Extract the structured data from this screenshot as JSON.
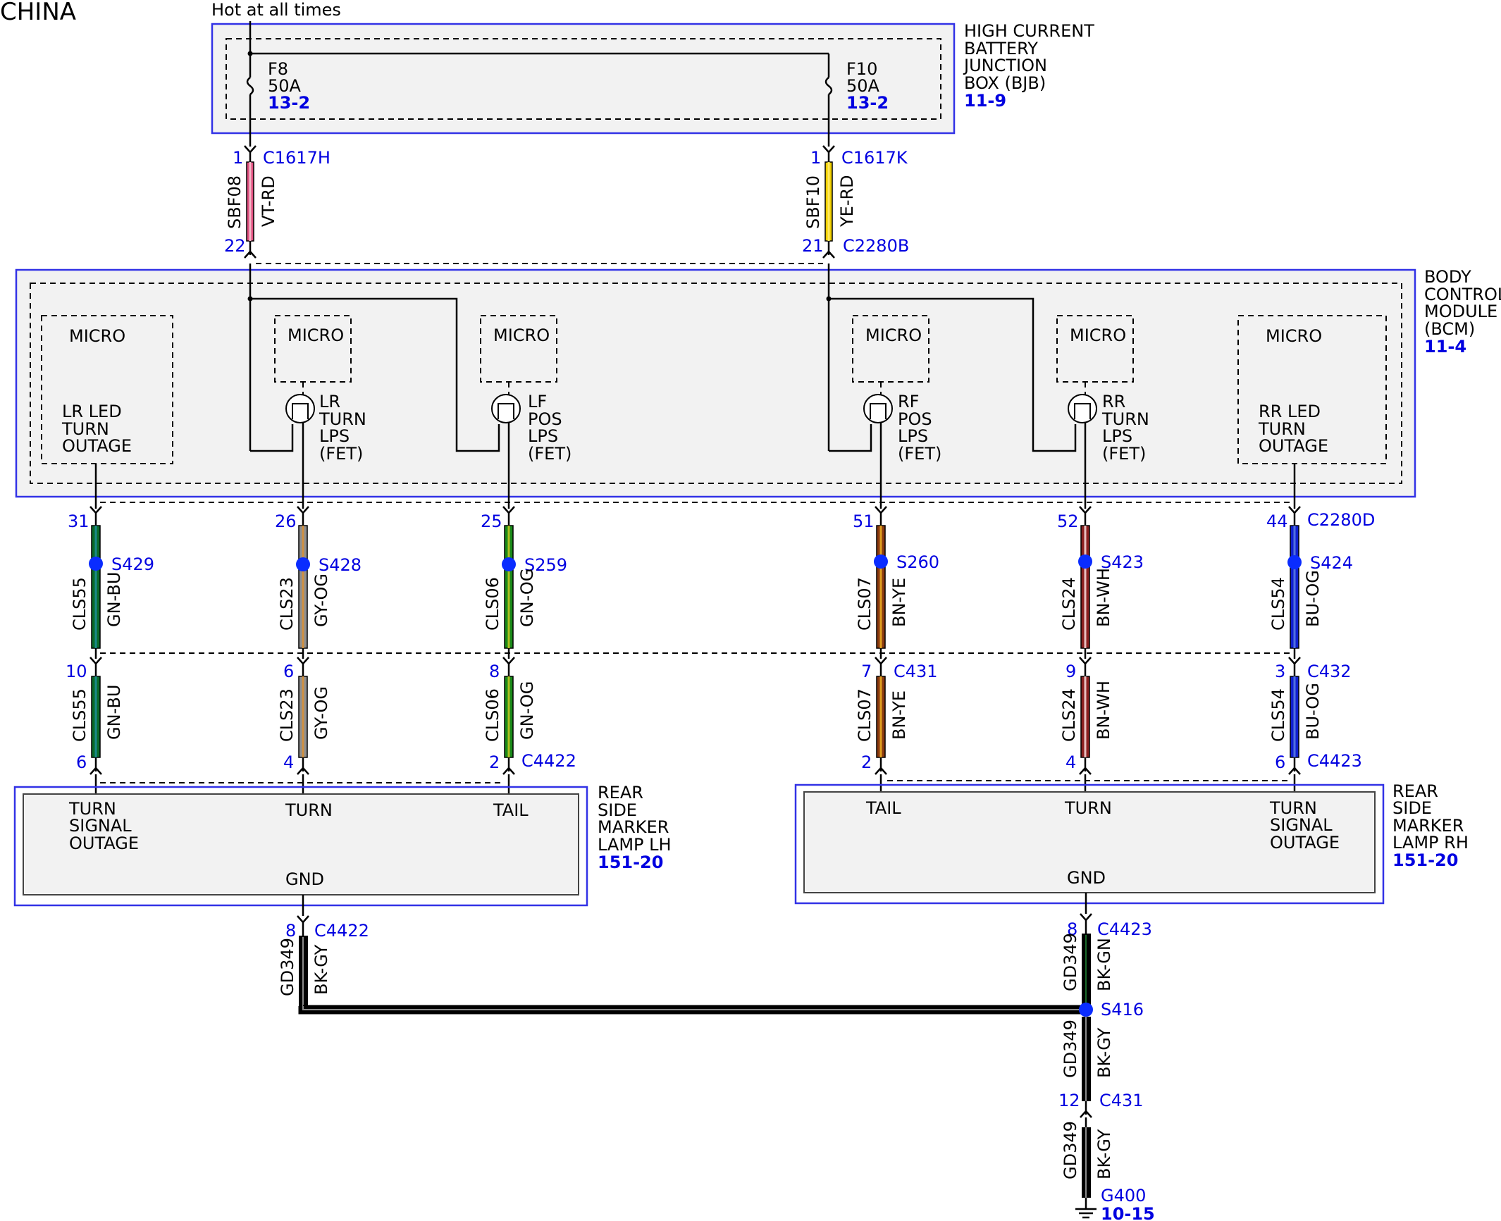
{
  "page_label": "CHINA",
  "power_label": "Hot at all times",
  "bjb": {
    "name": [
      "HIGH CURRENT",
      "BATTERY",
      "JUNCTION",
      "BOX (BJB)"
    ],
    "ref": "11-9"
  },
  "fuses": [
    {
      "name": "F8",
      "rating": "50A",
      "ref": "13-2"
    },
    {
      "name": "F10",
      "rating": "50A",
      "ref": "13-2"
    }
  ],
  "bcm": {
    "name": [
      "BODY",
      "CONTROL",
      "MODULE",
      "(BCM)"
    ],
    "ref": "11-4"
  },
  "micro_label": "MICRO",
  "bcm_blocks": [
    [
      "LR LED",
      "TURN",
      "OUTAGE"
    ],
    [
      "LR",
      "TURN",
      "LPS",
      "(FET)"
    ],
    [
      "LF",
      "POS",
      "LPS",
      "(FET)"
    ],
    [
      "RF",
      "POS",
      "LPS",
      "(FET)"
    ],
    [
      "RR",
      "TURN",
      "LPS",
      "(FET)"
    ],
    [
      "RR LED",
      "TURN",
      "OUTAGE"
    ]
  ],
  "feed_wires": [
    {
      "circuit": "SBF08",
      "color": "VT-RD",
      "pin_top": "1",
      "conn_top": "C1617H",
      "pin_bot": "22",
      "stripe": [
        "#e05080",
        "#f4b8c8"
      ]
    },
    {
      "circuit": "SBF10",
      "color": "YE-RD",
      "pin_top": "1",
      "conn_top": "C1617K",
      "pin_bot": "21",
      "conn_bot": "C2280B",
      "stripe": [
        "#f0d000",
        "#ffe860"
      ]
    }
  ],
  "out_wires": [
    {
      "circuit": "CLS55",
      "color": "GN-BU",
      "pin_bcm": "31",
      "splice": "S429",
      "pin_mid": "10",
      "pin_lamp": "6",
      "stripe": [
        "#0a6a2a",
        "#1a8a8a"
      ]
    },
    {
      "circuit": "CLS23",
      "color": "GY-OG",
      "pin_bcm": "26",
      "splice": "S428",
      "pin_mid": "6",
      "pin_lamp": "4",
      "stripe": [
        "#909090",
        "#d09040"
      ]
    },
    {
      "circuit": "CLS06",
      "color": "GN-OG",
      "pin_bcm": "25",
      "splice": "S259",
      "pin_mid": "8",
      "pin_lamp": "2",
      "conn_lamp": "C4422",
      "stripe": [
        "#1a8a1a",
        "#b0c020"
      ]
    },
    {
      "circuit": "CLS07",
      "color": "BN-YE",
      "pin_bcm": "51",
      "splice": "S260",
      "pin_mid": "7",
      "conn_mid": "C431",
      "pin_lamp": "2",
      "stripe": [
        "#8b3a10",
        "#e0a020"
      ]
    },
    {
      "circuit": "CLS24",
      "color": "BN-WH",
      "pin_bcm": "52",
      "splice": "S423",
      "pin_mid": "9",
      "pin_lamp": "4",
      "stripe": [
        "#8b2020",
        "#e8c0c0"
      ]
    },
    {
      "circuit": "CLS54",
      "color": "BU-OG",
      "pin_bcm": "44",
      "conn_bcm": "C2280D",
      "splice": "S424",
      "pin_mid": "3",
      "conn_mid": "C432",
      "pin_lamp": "6",
      "conn_lamp": "C4423",
      "stripe": [
        "#1020d0",
        "#5070e0"
      ]
    }
  ],
  "lamp_lh": {
    "name": [
      "REAR",
      "SIDE",
      "MARKER",
      "LAMP LH"
    ],
    "ref": "151-20",
    "pins": [
      [
        "TURN",
        "SIGNAL",
        "OUTAGE"
      ],
      [
        "TURN"
      ],
      [
        "TAIL"
      ]
    ],
    "gnd": "GND"
  },
  "lamp_rh": {
    "name": [
      "REAR",
      "SIDE",
      "MARKER",
      "LAMP RH"
    ],
    "ref": "151-20",
    "pins": [
      [
        "TAIL"
      ],
      [
        "TURN"
      ],
      [
        "TURN",
        "SIGNAL",
        "OUTAGE"
      ]
    ],
    "gnd": "GND"
  },
  "ground": {
    "lh": {
      "pin": "8",
      "conn": "C4422",
      "circuit": "GD349",
      "color": "BK-GY"
    },
    "rh": {
      "pin": "8",
      "conn": "C4423",
      "circuit": "GD349",
      "color": "BK-GN"
    },
    "splice": "S416",
    "trunk1": {
      "circuit": "GD349",
      "color": "BK-GY"
    },
    "inline": {
      "pin": "12",
      "conn": "C431"
    },
    "trunk2": {
      "circuit": "GD349",
      "color": "BK-GY"
    },
    "point": "G400",
    "ref": "10-15"
  }
}
